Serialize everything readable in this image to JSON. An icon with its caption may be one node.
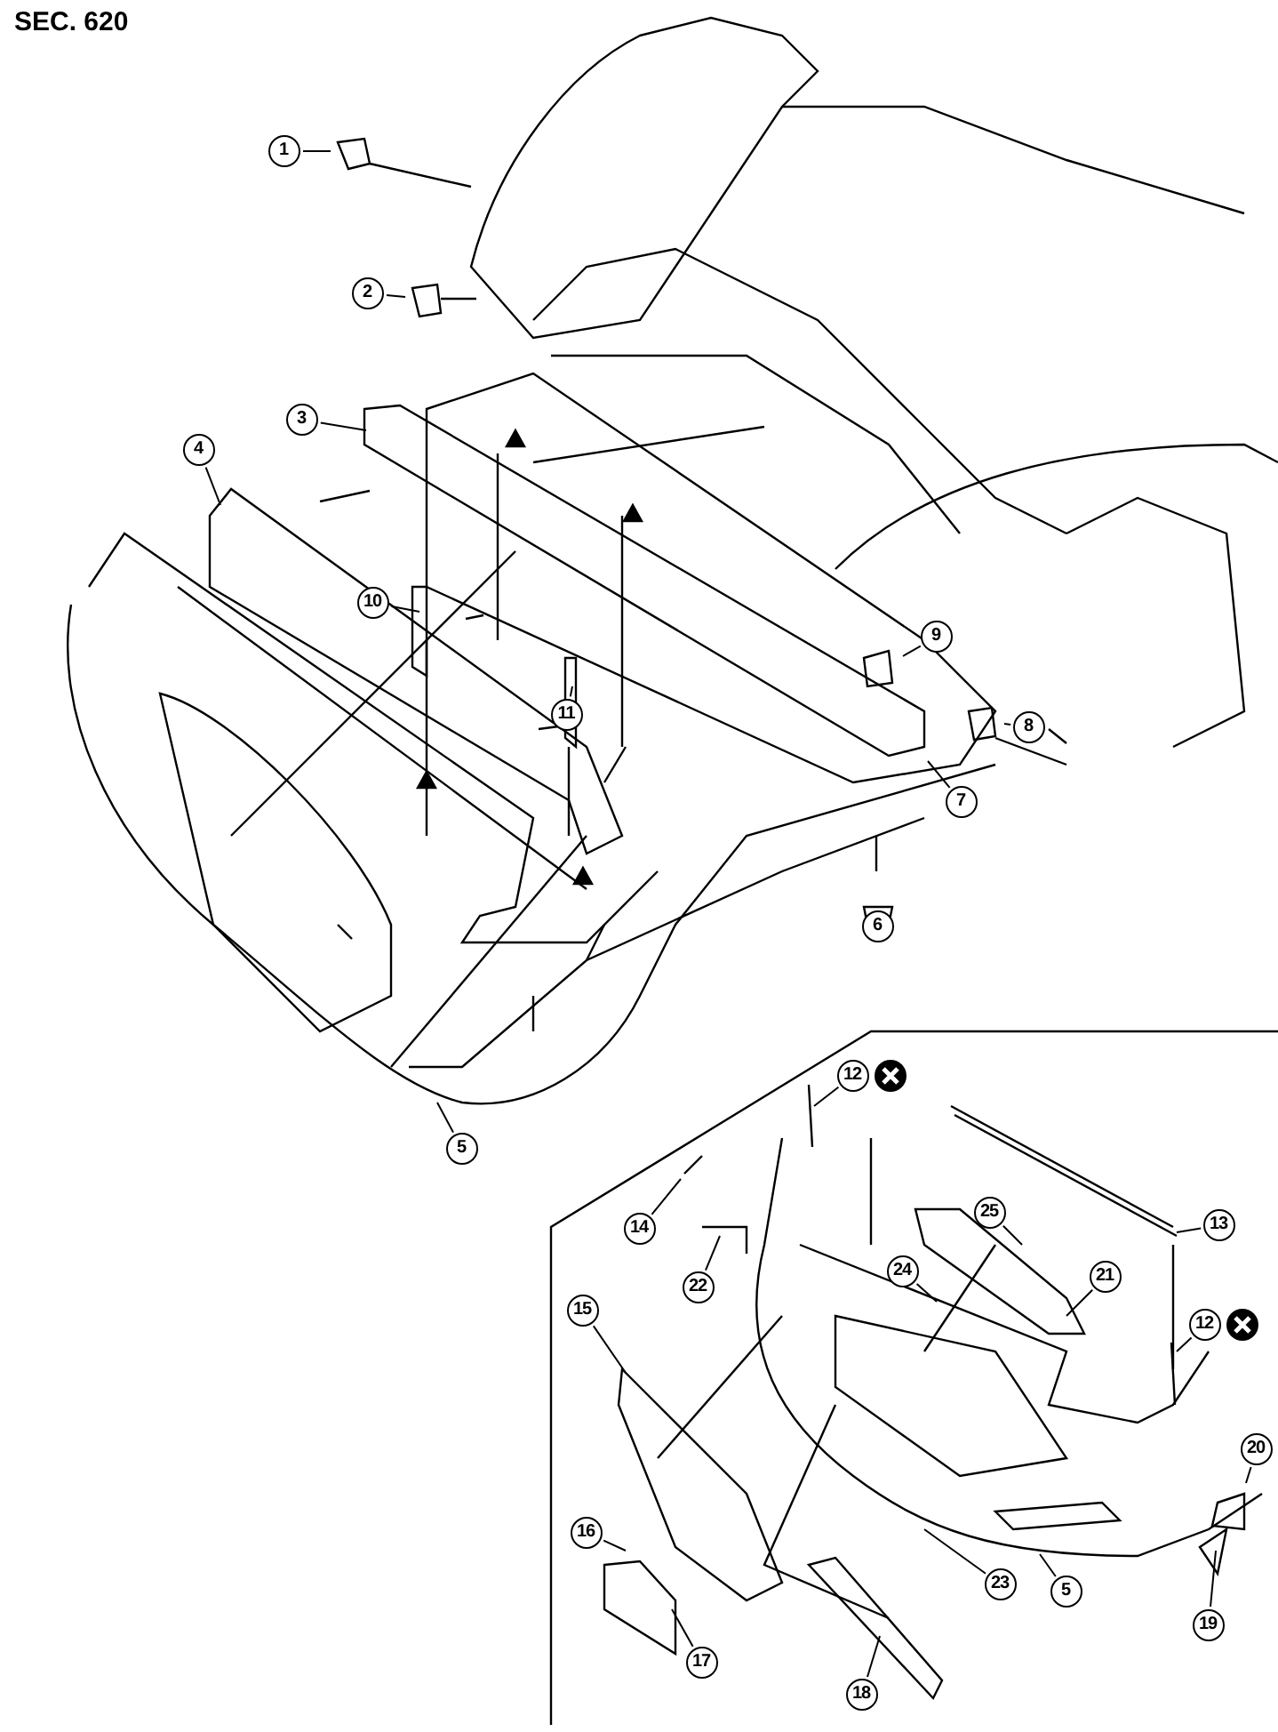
{
  "diagram": {
    "title": "SEC. 620",
    "nodes": [
      {
        "text": [
          "1"
        ]
      },
      {
        "text": [
          "2"
        ]
      },
      {
        "text": [
          "3"
        ]
      },
      {
        "text": [
          "4"
        ]
      },
      {
        "text": [
          "10"
        ]
      },
      {
        "text": [
          "11"
        ]
      },
      {
        "text": [
          "9"
        ]
      },
      {
        "text": [
          "8"
        ]
      },
      {
        "text": [
          "7"
        ]
      },
      {
        "text": [
          "6"
        ]
      },
      {
        "text": [
          "5"
        ]
      },
      {
        "text": [
          "12"
        ]
      },
      {
        "text": [
          "14"
        ]
      },
      {
        "text": [
          "13"
        ]
      },
      {
        "text": [
          "25"
        ]
      },
      {
        "text": [
          "22"
        ]
      },
      {
        "text": [
          "24"
        ]
      },
      {
        "text": [
          "21"
        ]
      },
      {
        "text": [
          "12"
        ]
      },
      {
        "text": [
          "15"
        ]
      },
      {
        "text": [
          "20"
        ]
      },
      {
        "text": [
          "16"
        ]
      },
      {
        "text": [
          "23"
        ]
      },
      {
        "text": [
          "5"
        ]
      },
      {
        "text": [
          "19"
        ]
      },
      {
        "text": [
          "17"
        ]
      },
      {
        "text": [
          "18"
        ]
      }
    ],
    "edges": [
      {
        "from": 0,
        "to": null,
        "arrow": "none"
      },
      {
        "from": 1,
        "to": null,
        "arrow": "none"
      },
      {
        "from": 2,
        "to": null,
        "arrow": "none"
      },
      {
        "from": 3,
        "to": null,
        "arrow": "none"
      },
      {
        "from": 4,
        "to": null,
        "arrow": "none"
      },
      {
        "from": 5,
        "to": null,
        "arrow": "none"
      },
      {
        "from": 6,
        "to": null,
        "arrow": "none"
      },
      {
        "from": 7,
        "to": null,
        "arrow": "none"
      },
      {
        "from": 8,
        "to": null,
        "arrow": "none"
      },
      {
        "from": 10,
        "to": null,
        "arrow": "none"
      },
      {
        "from": 11,
        "to": null,
        "arrow": "none"
      },
      {
        "from": 12,
        "to": null,
        "arrow": "none"
      },
      {
        "from": 13,
        "to": null,
        "arrow": "none"
      },
      {
        "from": 14,
        "to": null,
        "arrow": "none"
      },
      {
        "from": 15,
        "to": null,
        "arrow": "none"
      },
      {
        "from": 16,
        "to": null,
        "arrow": "none"
      },
      {
        "from": 17,
        "to": null,
        "arrow": "none"
      },
      {
        "from": 18,
        "to": null,
        "arrow": "none"
      },
      {
        "from": 19,
        "to": null,
        "arrow": "none"
      },
      {
        "from": 20,
        "to": null,
        "arrow": "none"
      },
      {
        "from": 21,
        "to": null,
        "arrow": "none"
      },
      {
        "from": 22,
        "to": null,
        "arrow": "none"
      },
      {
        "from": 23,
        "to": null,
        "arrow": "none"
      },
      {
        "from": 24,
        "to": null,
        "arrow": "none"
      },
      {
        "from": 25,
        "to": null,
        "arrow": "none"
      },
      {
        "from": 26,
        "to": null,
        "arrow": "none"
      }
    ]
  }
}
